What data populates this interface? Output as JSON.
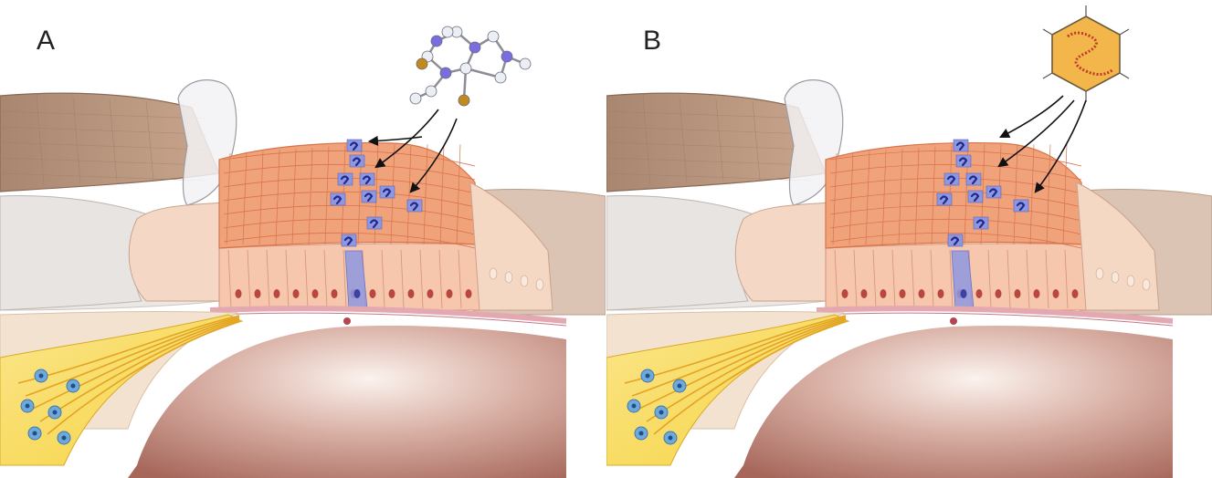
{
  "panels": [
    {
      "id": "a",
      "label": "A",
      "agent": "molecule-icon"
    },
    {
      "id": "b",
      "label": "B",
      "agent": "virus-icon"
    }
  ],
  "colors": {
    "hair_cells": "#f0a27a",
    "hair_cell_grid": "#d9734a",
    "supporting_cells": "#f6c6ad",
    "transfected_cells": "#8e97e0",
    "tectorial_membrane": "#c9a58c",
    "nerve_fibers": "#f5d340",
    "virus_capsid": "#f2b64a",
    "basilar_tissue": "#a6665a"
  }
}
